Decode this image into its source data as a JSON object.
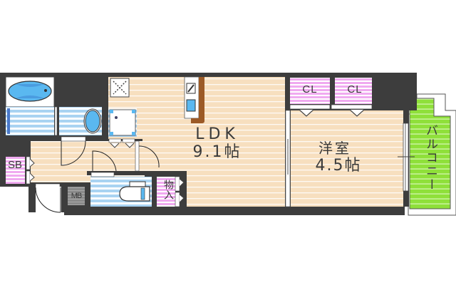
{
  "floorplan": {
    "rooms": {
      "ldk": {
        "name": "LDK",
        "size": "9.1帖"
      },
      "western": {
        "name": "洋室",
        "size": "4.5帖"
      },
      "closet1": {
        "name": "CL"
      },
      "closet2": {
        "name": "CL"
      },
      "balcony": {
        "name": "バルコニー"
      },
      "shoe_box": {
        "name": "SB"
      },
      "meter_box": {
        "name": "MB"
      },
      "storage": {
        "name": "物入"
      }
    },
    "colors": {
      "wall": "#3d3d3d",
      "floor_wood": "#f7dfbf",
      "wet_area": "#a9d3f2",
      "closet": "#f0aaf0",
      "balcony": "#8fe03a",
      "fixture_blue": "#5ab8f0",
      "meter_box": "#8a8a8a",
      "kitchen_counter": "#9c5a26"
    }
  }
}
